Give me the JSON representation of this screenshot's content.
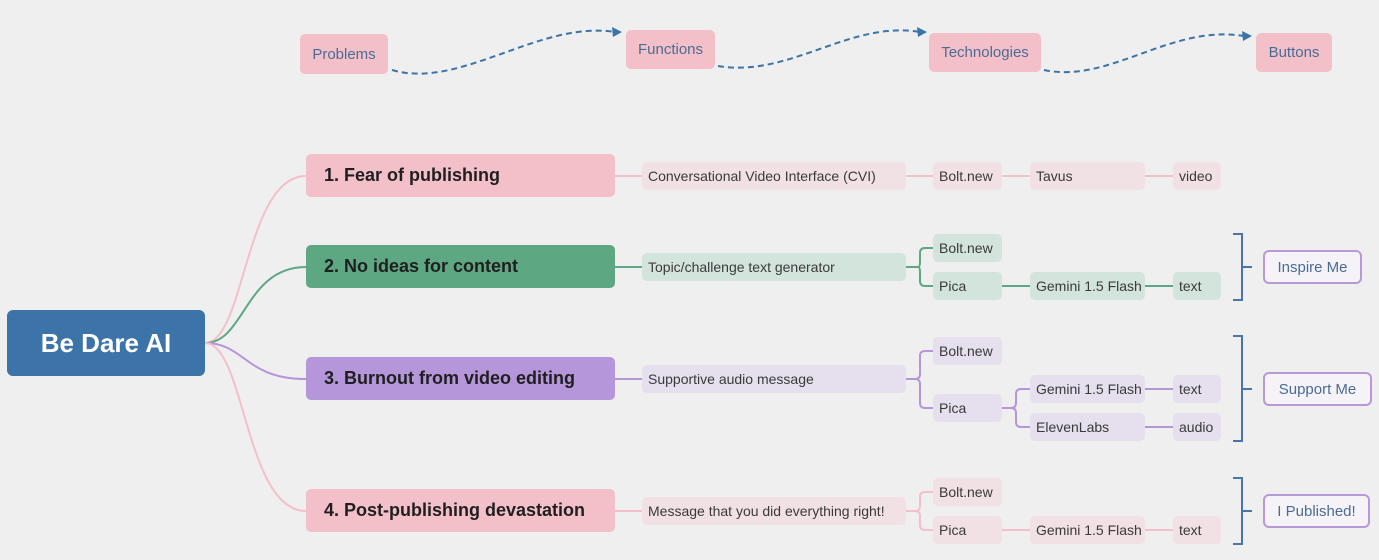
{
  "legend": [
    "Problems",
    "Functions",
    "Technologies",
    "Buttons"
  ],
  "root": "Be Dare AI",
  "problems": [
    "1. Fear of publishing",
    "2. No ideas for content",
    "3. Burnout from video editing",
    "4. Post-publishing devastation"
  ],
  "functions": [
    "Conversational Video Interface (CVI)",
    "Topic/challenge text generator",
    "Supportive audio message",
    "Message that you did everything right!"
  ],
  "tech": {
    "b1": {
      "platform": "Bolt.new",
      "service": "Tavus",
      "output": "video"
    },
    "b2": {
      "platform1": "Bolt.new",
      "platform2": "Pica",
      "service": "Gemini 1.5 Flash",
      "output": "text"
    },
    "b3": {
      "platform1": "Bolt.new",
      "platform2": "Pica",
      "service1": "Gemini 1.5 Flash",
      "output1": "text",
      "service2": "ElevenLabs",
      "output2": "audio"
    },
    "b4": {
      "platform1": "Bolt.new",
      "platform2": "Pica",
      "service": "Gemini 1.5 Flash",
      "output": "text"
    }
  },
  "buttons": [
    "Inspire Me",
    "Support Me",
    "I Published!"
  ],
  "colors": {
    "root": "#3c73a8",
    "problem_pink": "#f3c0ca",
    "problem_green": "#5ea783",
    "problem_purple": "#b596da",
    "legend_arrow": "#3c73a8",
    "bracket": "#4a74a8",
    "button_border": "#b899d8"
  }
}
